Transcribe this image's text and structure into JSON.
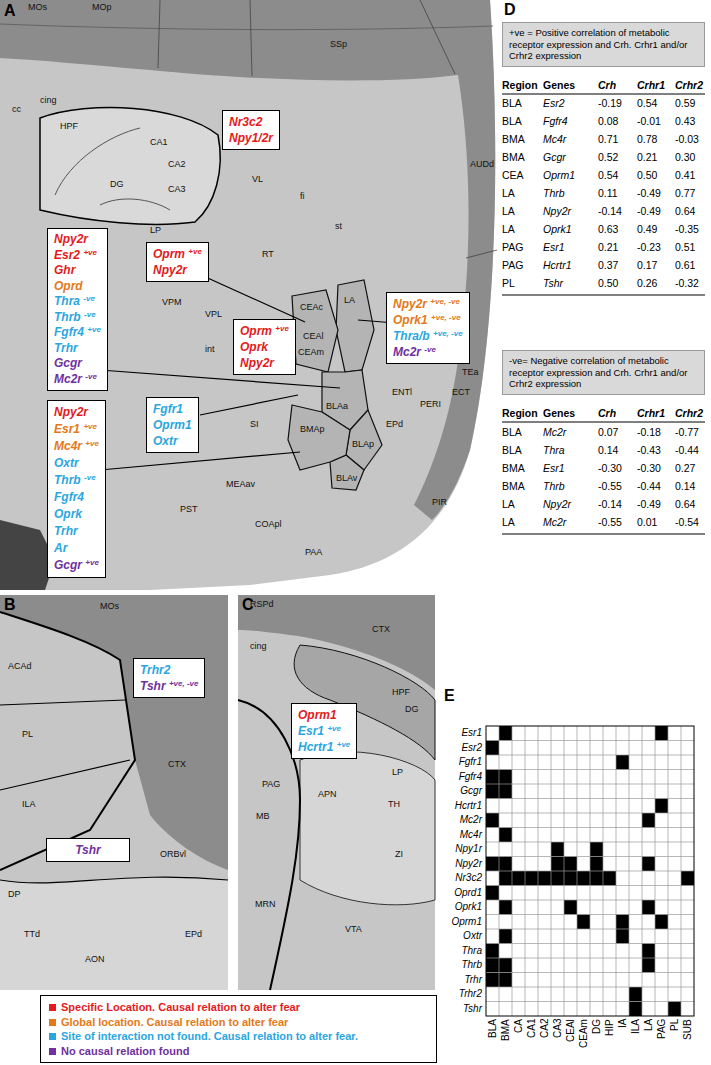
{
  "diagram": {
    "nodes": [
      {
        "text": [
          "Nr3c2",
          "Npy1/2r"
        ]
      },
      {
        "text": [
          "Npy2r",
          "Esr2 +ve",
          "Ghr",
          "Oprd",
          "Thra -ve",
          "Thrb -ve",
          "Fgfr4 +ve",
          "Trhr",
          "Gcgr",
          "Mc2r -ve"
        ]
      },
      {
        "text": [
          "Oprm +ve",
          "Npy2r"
        ]
      },
      {
        "text": [
          "Oprm +ve",
          "Oprk",
          "Npy2r"
        ]
      },
      {
        "text": [
          "Npy2r +ve, -ve",
          "Oprk1 +ve, -ve",
          "Thra/b +ve, -ve",
          "Mc2r -ve"
        ]
      },
      {
        "text": [
          "Fgfr1",
          "Oprm1",
          "Oxtr"
        ]
      },
      {
        "text": [
          "Npy2r",
          "Esr1 +ve",
          "Mc4r +ve",
          "Oxtr",
          "Thrb -ve",
          "Fgfr4",
          "Oprk",
          "Trhr",
          "Ar",
          "Gcgr +ve"
        ]
      },
      {
        "text": [
          "Trhr2",
          "Tshr +ve, -ve"
        ]
      },
      {
        "text": [
          "Tshr"
        ]
      },
      {
        "text": [
          "Oprm1",
          "Esr1 +ve",
          "Hcrtr1 +ve"
        ]
      },
      {
        "text": [
          "+ve = Positive correlation of metabolic receptor expression and Crh. Crhr1 and/or Crhr2 expression"
        ]
      },
      {
        "text": [
          "-ve= Negative correlation of metabolic receptor expression and Crh. Crhr1 and/or Crhr2 expression"
        ]
      }
    ],
    "labels": [
      "A",
      "B",
      "C",
      "D",
      "E",
      "MOs",
      "MOp",
      "SSp",
      "cing",
      "cc",
      "HPF",
      "DG",
      "CA1",
      "CA2",
      "CA3",
      "VL",
      "fi",
      "st",
      "LP",
      "RT",
      "VPM",
      "VPL",
      "int",
      "LA",
      "BLAa",
      "BLAp",
      "BLAv",
      "BMAp",
      "CEAc",
      "CEAl",
      "CEAm",
      "EPd",
      "ENTl",
      "PERI",
      "ECT",
      "TEa",
      "AUDd",
      "PIR",
      "MEAav",
      "COApl",
      "PAA",
      "SI",
      "PST",
      "MOs",
      "ACAd",
      "PL",
      "ILA",
      "CTX",
      "ORBvl",
      "DP",
      "TTd",
      "AON",
      "EPd",
      "RSPd",
      "cing",
      "CTX",
      "HPF",
      "DG",
      "TH",
      "MB",
      "PAG",
      "APN",
      "LP",
      "ZI",
      "MRN",
      "VTA",
      "Region",
      "Genes",
      "Crh",
      "Crhr1",
      "Crhr2",
      "BLA",
      "Esr2",
      "-0.19",
      "0.54",
      "0.59",
      "BLA",
      "Fgfr4",
      "0.08",
      "-0.01",
      "0.43",
      "BMA",
      "Mc4r",
      "0.71",
      "0.78",
      "-0.03",
      "BMA",
      "Gcgr",
      "0.52",
      "0.21",
      "0.30",
      "CEA",
      "Oprm1",
      "0.54",
      "0.50",
      "0.41",
      "LA",
      "Thrb",
      "0.11",
      "-0.49",
      "0.77",
      "LA",
      "Npy2r",
      "-0.14",
      "-0.49",
      "0.64",
      "LA",
      "Oprk1",
      "0.63",
      "0.49",
      "-0.35",
      "PAG",
      "Esr1",
      "0.21",
      "-0.23",
      "0.51",
      "PAG",
      "Hcrtr1",
      "0.37",
      "0.17",
      "0.61",
      "PL",
      "Tshr",
      "0.50",
      "0.26",
      "-0.32",
      "Region",
      "Genes",
      "Crh",
      "Crhr1",
      "Crhr2",
      "BLA",
      "Mc2r",
      "0.07",
      "-0.18",
      "-0.77",
      "BLA",
      "Thra",
      "0.14",
      "-0.43",
      "-0.44",
      "BMA",
      "Esr1",
      "-0.30",
      "-0.30",
      "0.27",
      "BMA",
      "Thrb",
      "-0.55",
      "-0.44",
      "0.14",
      "LA",
      "Npy2r",
      "-0.14",
      "-0.49",
      "0.64",
      "LA",
      "Mc2r",
      "-0.55",
      "0.01",
      "-0.54",
      "Esr1",
      "Esr2",
      "Fgfr1",
      "Fgfr4",
      "Gcgr",
      "Hcrtr1",
      "Mc2r",
      "Mc4r",
      "Npy1r",
      "Npy2r",
      "Nr3c2",
      "Oprd1",
      "Oprk1",
      "Oprm1",
      "Oxtr",
      "Thra",
      "Thrb",
      "Trhr",
      "Trhr2",
      "Tshr",
      "BLA",
      "BMA",
      "CA",
      "CA1",
      "CA2",
      "CA3",
      "CEAl",
      "CEAm",
      "DG",
      "HIP",
      "IA",
      "ILA",
      "LA",
      "PAG",
      "PL",
      "SUB"
    ],
    "legend": [
      {
        "text": "Specific Location. Causal relation to alter fear",
        "color": "#e41a1c"
      },
      {
        "text": "Global location. Causal relation to alter fear",
        "color": "#e3791a"
      },
      {
        "text": "Site of interaction not found. Causal relation to alter fear.",
        "color": "#2aa6df"
      },
      {
        "text": "No causal relation found",
        "color": "#7030a0"
      }
    ]
  }
}
